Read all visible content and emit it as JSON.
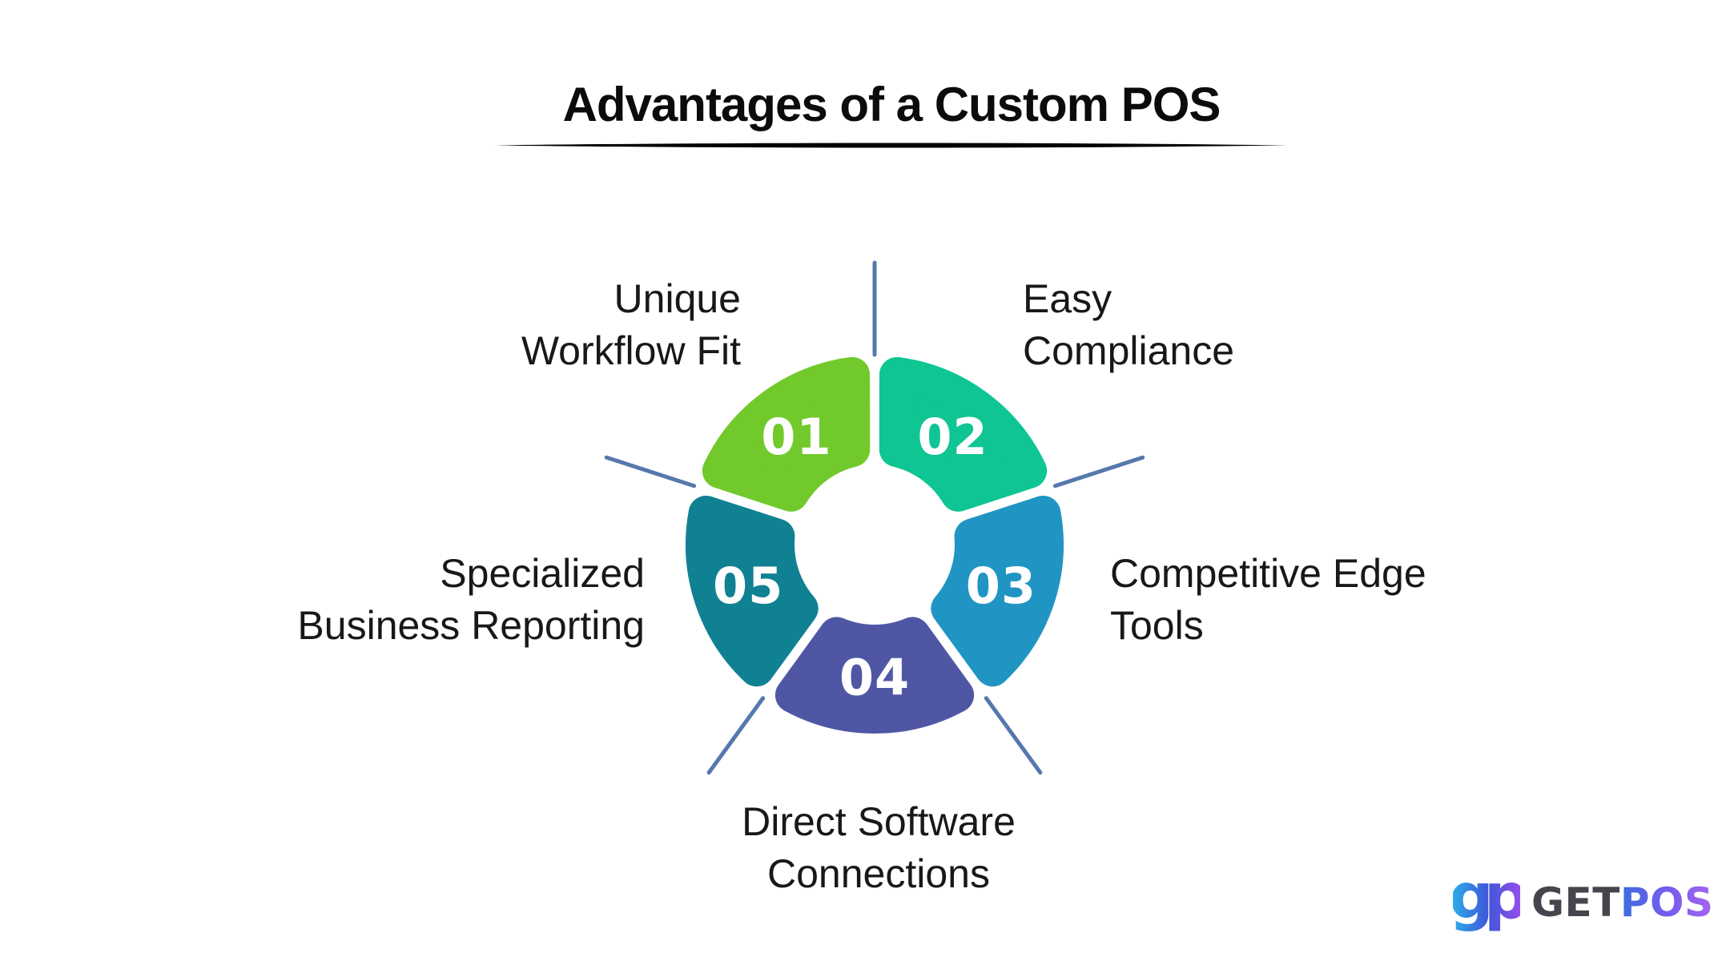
{
  "title": {
    "text": "Advantages of a Custom POS"
  },
  "diagram": {
    "segments": [
      {
        "number": "01",
        "label": "Unique\nWorkflow Fit",
        "color": "#72c92c"
      },
      {
        "number": "02",
        "label": "Easy\nCompliance",
        "color": "#0fc594"
      },
      {
        "number": "03",
        "label": "Competitive Edge\nTools",
        "color": "#2095c3"
      },
      {
        "number": "04",
        "label": "Direct Software\nConnections",
        "color": "#4f57a5"
      },
      {
        "number": "05",
        "label": "Specialized\nBusiness Reporting",
        "color": "#0f8193"
      }
    ],
    "number_text_color": "#ffffff",
    "connector_line_color": "#5578ad"
  },
  "logo": {
    "icon": "gp-monogram-icon",
    "brand_get": "GET",
    "brand_pos": "POS",
    "get_color": "#45464d",
    "pos_gradient_start": "#3b6ce1",
    "pos_gradient_end": "#a465f2",
    "icon_gradient_start": "#29b6e8",
    "icon_gradient_end": "#a44df0"
  }
}
